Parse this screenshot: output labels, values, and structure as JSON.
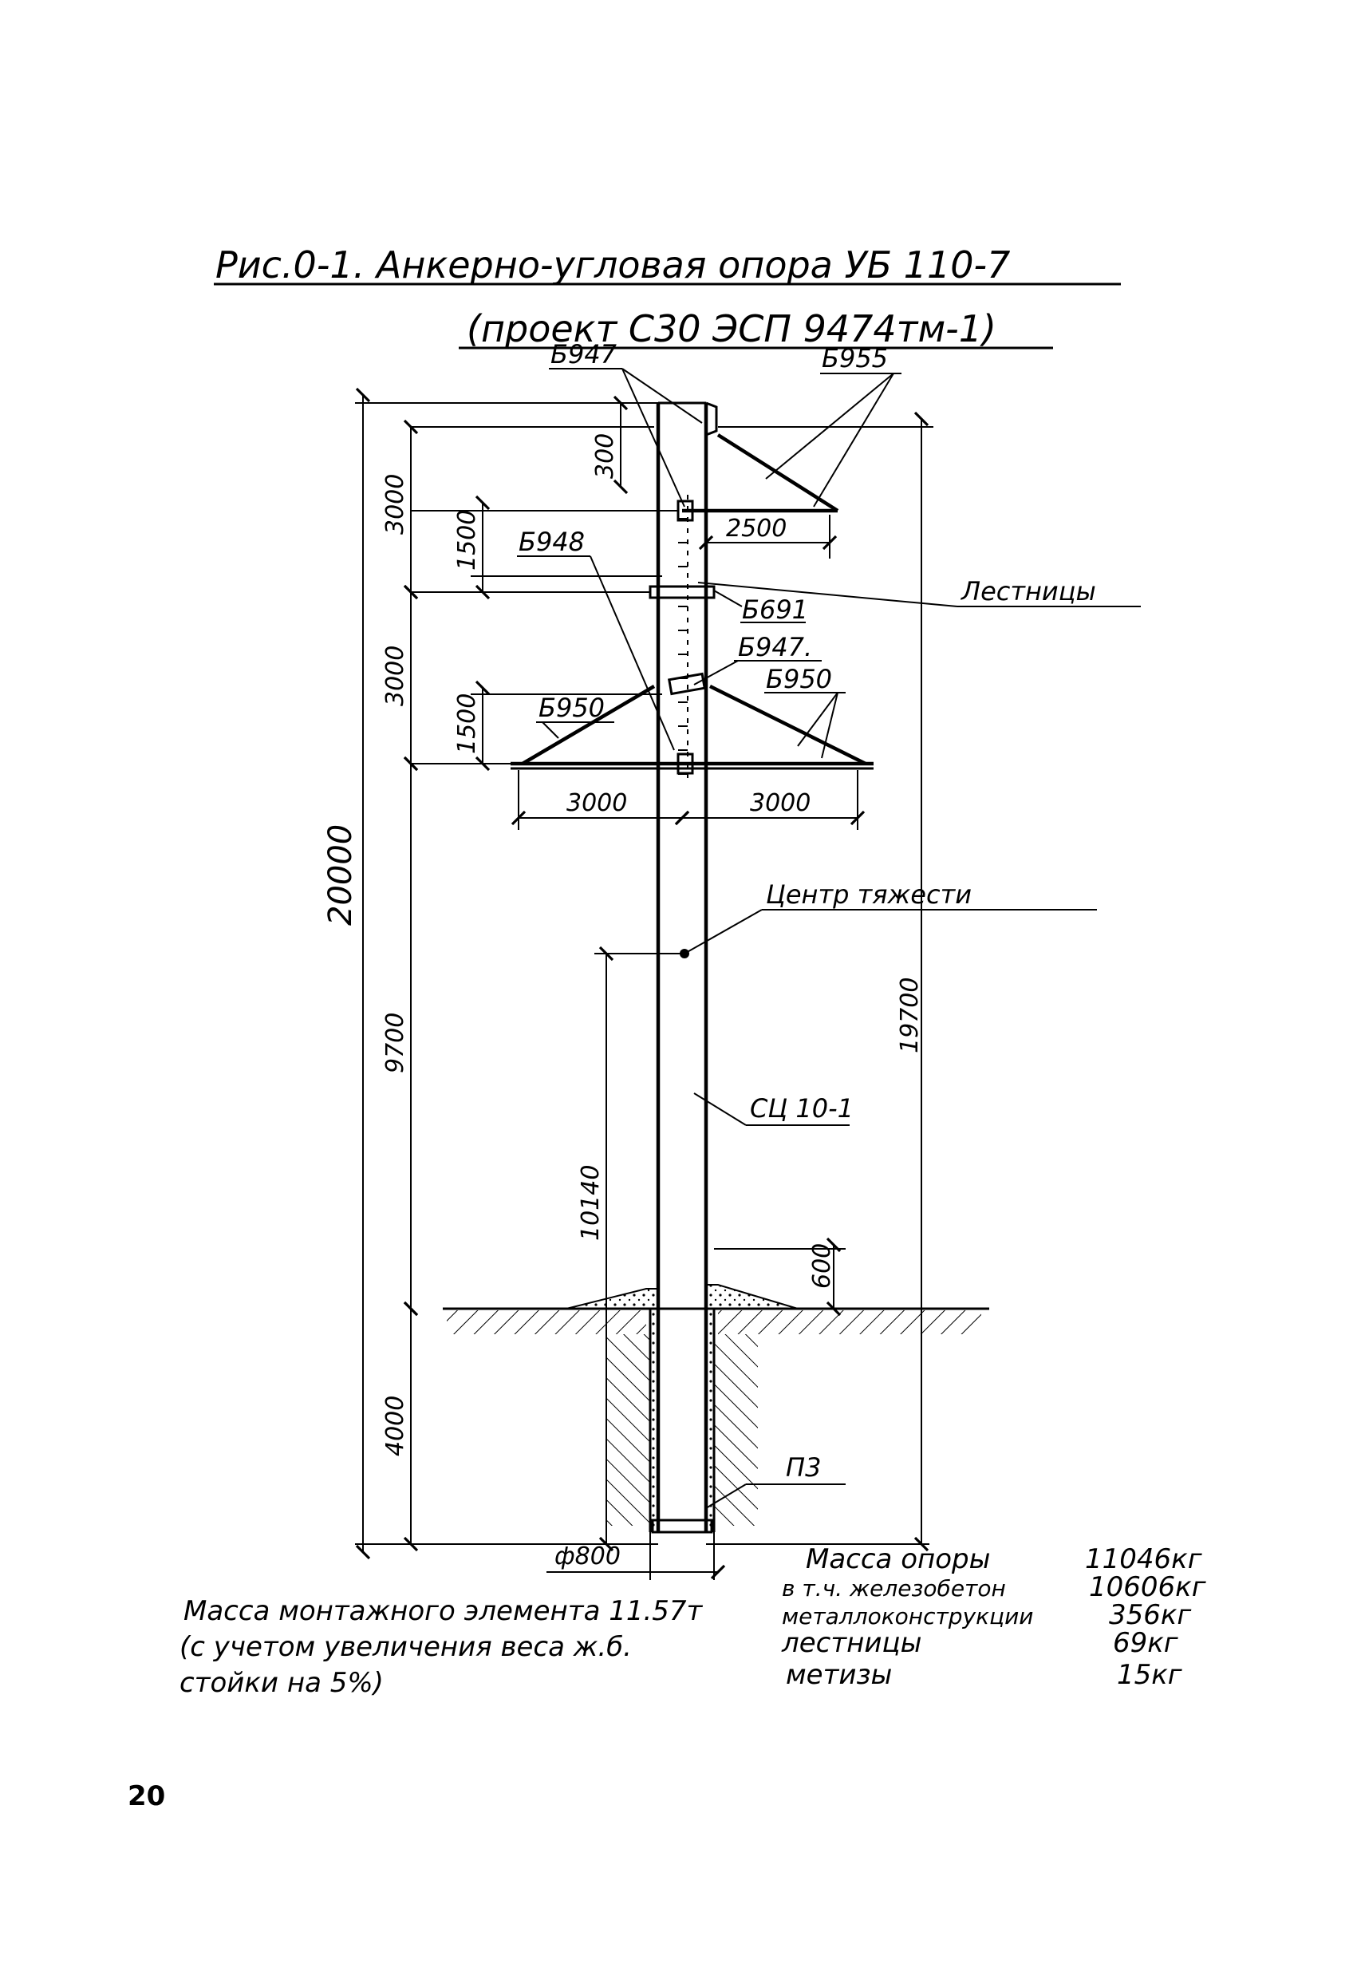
{
  "title": {
    "line1": "Рис.0-1. Анкерно-угловая опора УБ 110-7",
    "line2": "(проект С30 ЭСП 9474тм-1)"
  },
  "parts": {
    "b947_top": "Б947",
    "b955": "Б955",
    "b948": "Б948",
    "b691": "Б691",
    "b947_mid": "Б947.",
    "b950_left": "Б950",
    "b950_right": "Б950",
    "ladders": "Лестницы",
    "center_of_gravity": "Центр тяжести",
    "column": "СЦ 10-1",
    "p3": "П3"
  },
  "dimensions": {
    "d300": "300",
    "d3000_top": "3000",
    "d1500_top": "1500",
    "d2500": "2500",
    "d3000_mid": "3000",
    "d1500_mid": "1500",
    "d3000_left": "3000",
    "d3000_right": "3000",
    "d20000": "20000",
    "d9700": "9700",
    "d19700": "19700",
    "d10140": "10140",
    "d600": "600",
    "d4000": "4000",
    "d800": "ф800"
  },
  "mass_table": {
    "rows": [
      {
        "label": "Масса опоры",
        "value": "11046кг"
      },
      {
        "label": "в т.ч. железобетон",
        "value": "10606кг"
      },
      {
        "label": "металлоконструкции",
        "value": "356кг"
      },
      {
        "label": "лестницы",
        "value": "69кг"
      },
      {
        "label": "метизы",
        "value": "15кг"
      }
    ]
  },
  "note": {
    "line1": "Масса монтажного элемента 11.57т",
    "line2": "(с учетом увеличения веса ж.б.",
    "line3": "стойки на 5%)"
  },
  "page_number": "20"
}
